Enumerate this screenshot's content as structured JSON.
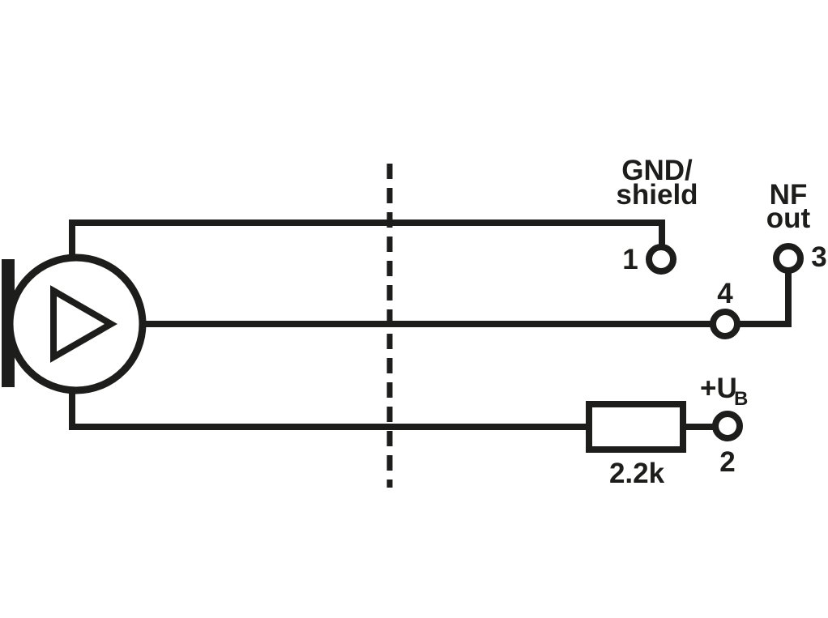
{
  "schematic": {
    "colors": {
      "ink": "#1d1d1b",
      "background": "#ffffff"
    },
    "resistor": {
      "value_label": "2.2k"
    },
    "pins": [
      {
        "number": "1",
        "label_line1": "GND/",
        "label_line2": "shield"
      },
      {
        "number": "2",
        "label_main": "+U",
        "label_subscript": "B"
      },
      {
        "number": "3",
        "label_line1": "NF",
        "label_line2": "out"
      },
      {
        "number": "4"
      }
    ]
  }
}
